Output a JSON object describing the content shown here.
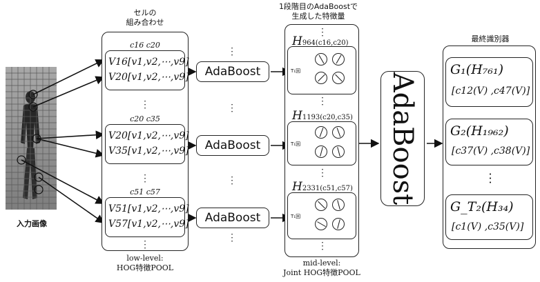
{
  "input": {
    "caption": "入力画像"
  },
  "cells_panel": {
    "title_line1": "セルの",
    "title_line2": "組み合わせ",
    "footer_line1": "low-level:",
    "footer_line2": "HOG特徴POOL",
    "groups": [
      {
        "header": "c16 c20",
        "row1": "V16[v1,v2,⋯,v9]",
        "row2": "V20[v1,v2,⋯,v9]"
      },
      {
        "header": "c20 c35",
        "row1": "V20[v1,v2,⋯,v9]",
        "row2": "V35[v1,v2,⋯,v9]"
      },
      {
        "header": "c51 c57",
        "row1": "V51[v1,v2,⋯,v9]",
        "row2": "V57[v1,v2,⋯,v9]"
      }
    ]
  },
  "adaboost_small": [
    "AdaBoost",
    "AdaBoost",
    "AdaBoost"
  ],
  "joint_panel": {
    "title_line1": "1段階目のAdaBoostで",
    "title_line2": "生成した特徴量",
    "footer_line1": "mid-level:",
    "footer_line2": "Joint HOG特徴POOL",
    "t_label": "T₁回",
    "groups": [
      {
        "h": "H",
        "sub": "964(c16,c20)",
        "angles": [
          -30,
          30,
          45,
          -45
        ]
      },
      {
        "h": "H",
        "sub": "1193(c20,c35)",
        "angles": [
          20,
          -20,
          15,
          -15
        ]
      },
      {
        "h": "H",
        "sub": "2331(c51,c57)",
        "angles": [
          -45,
          -15,
          -60,
          15
        ]
      }
    ]
  },
  "adaboost_big": "AdaBoost",
  "final_panel": {
    "title": "最終識別器",
    "classifiers": [
      {
        "g": "G₁(H₇₆₁)",
        "sub": "[c12(V) ,c47(V)]"
      },
      {
        "g": "G₂(H₁₉₆₂)",
        "sub": "[c37(V) ,c38(V)]"
      },
      {
        "g": "G_T₂(H₃₄)",
        "sub": "[c1(V) ,c35(V)]"
      }
    ]
  }
}
